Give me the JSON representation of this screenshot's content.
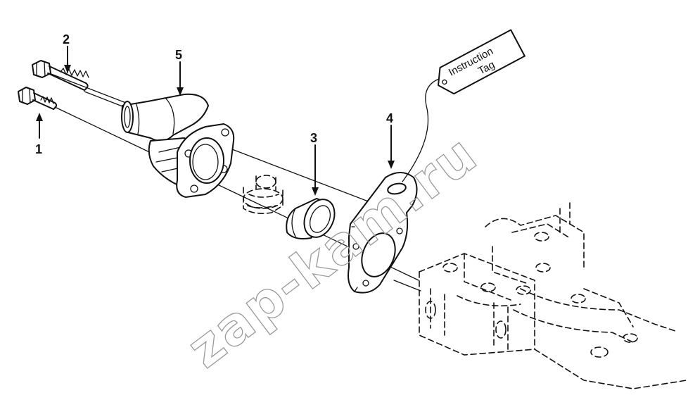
{
  "callouts": {
    "c1": "1",
    "c2": "2",
    "c3": "3",
    "c4": "4",
    "c5": "5"
  },
  "tag": {
    "line1": "Instruction",
    "line2": "Tag"
  },
  "watermark": "zap-kam.ru",
  "colors": {
    "ink": "#111111",
    "watermark": "#9a9a9a",
    "background": "#ffffff"
  }
}
